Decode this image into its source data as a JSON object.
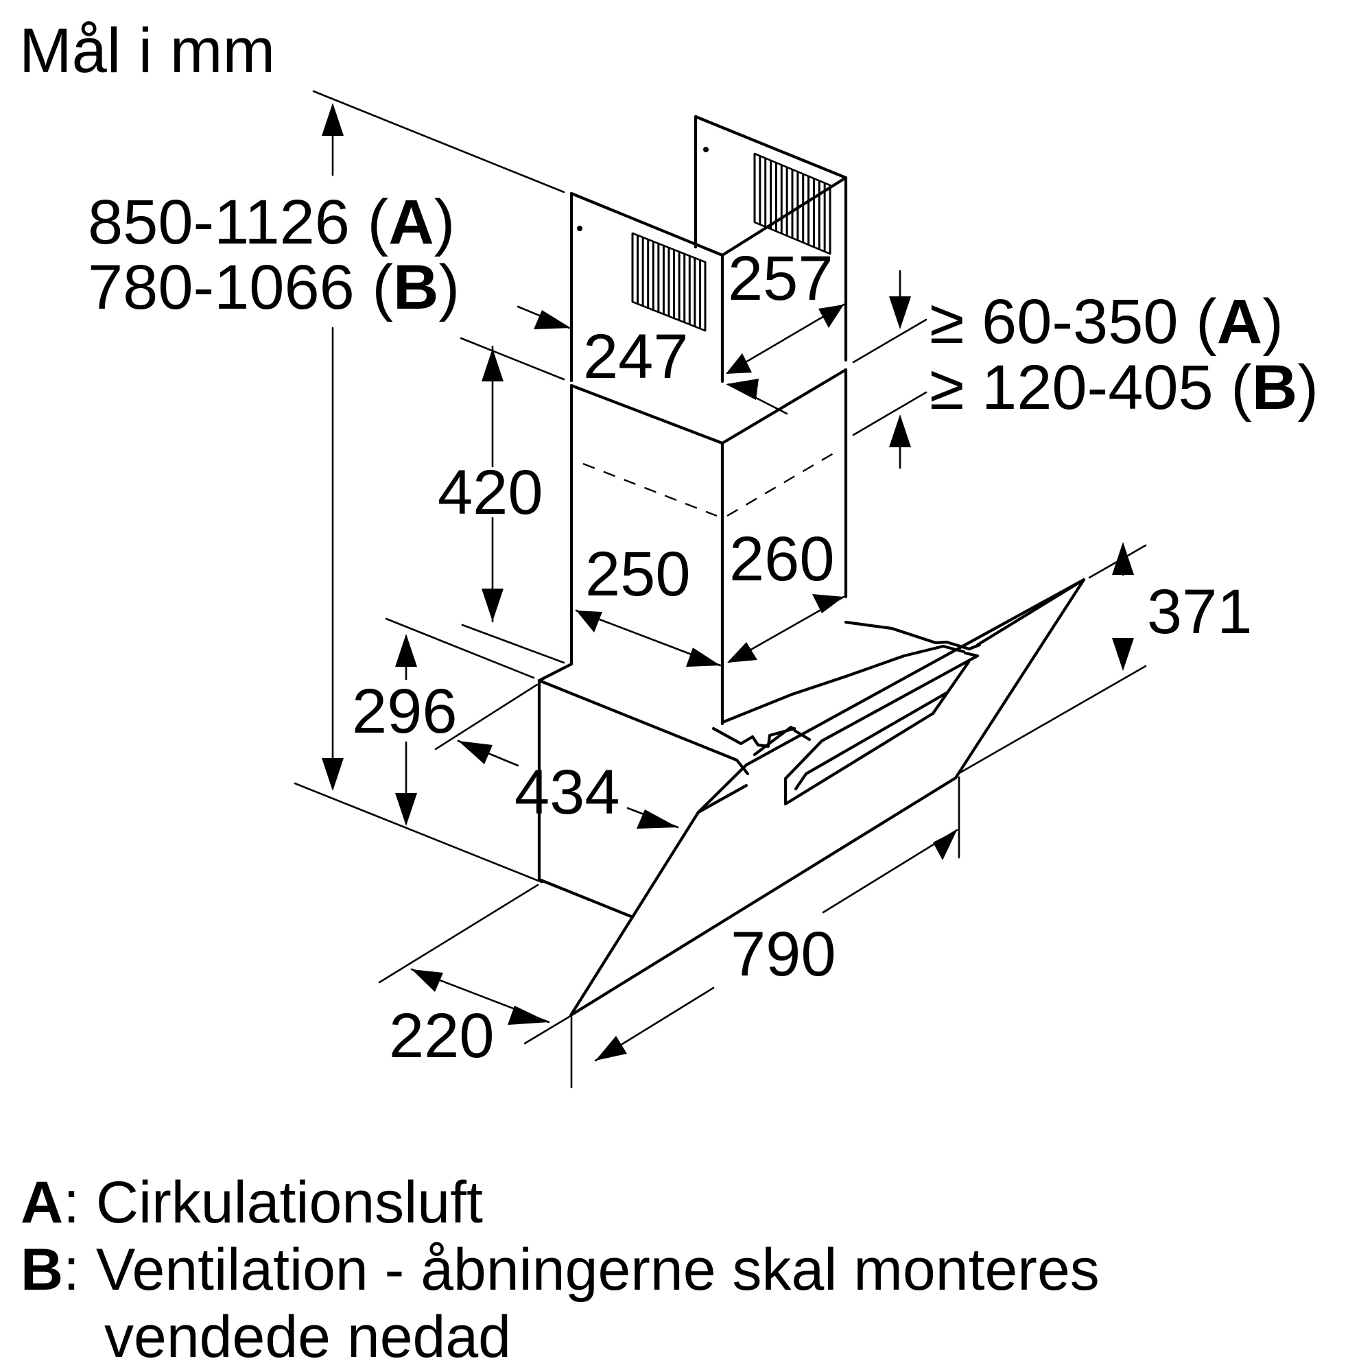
{
  "title": "Mål i mm",
  "dimensions": {
    "total_height_a": {
      "value": "850-1126",
      "tag": "A"
    },
    "total_height_b": {
      "value": "780-1066",
      "tag": "B"
    },
    "chimney_upper_depth": "257",
    "chimney_upper_width": "247",
    "clearance_a": {
      "value": "≥ 60-350",
      "tag": "A"
    },
    "clearance_b": {
      "value": "≥ 120-405",
      "tag": "B"
    },
    "chimney_lower_height": "420",
    "chimney_lower_width": "250",
    "chimney_lower_depth": "260",
    "glass_height": "371",
    "body_height": "296",
    "body_width": "434",
    "hood_width": "790",
    "wall_depth": "220"
  },
  "legend": {
    "a_key": "A",
    "a_text": ": Cirkulationsluft",
    "b_key": "B",
    "b_text_line1": ": Ventilation - åbningerne skal monteres",
    "b_text_line2": "vendede nedad"
  }
}
